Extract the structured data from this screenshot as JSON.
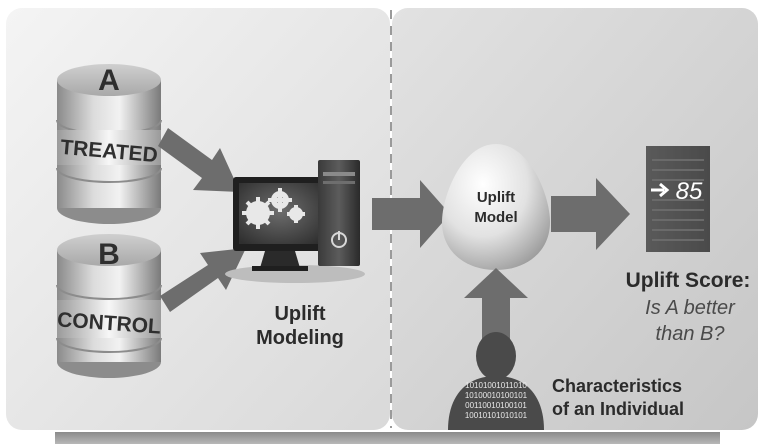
{
  "databases": {
    "a": {
      "letter": "A",
      "label": "TREATED"
    },
    "b": {
      "letter": "B",
      "label": "CONTROL"
    }
  },
  "computer": {
    "label_line1": "Uplift",
    "label_line2": "Modeling"
  },
  "model": {
    "label_line1": "Uplift",
    "label_line2": "Model"
  },
  "score": {
    "value": "85",
    "title": "Uplift Score:",
    "question_line1": "Is A better",
    "question_line2": "than B?"
  },
  "individual": {
    "label_line1": "Characteristics",
    "label_line2": "of an Individual",
    "binary": [
      "10101001011010",
      "10100010100101",
      "00110010100101",
      "10010101010101"
    ]
  },
  "colors": {
    "panel_left": "#e4e4e4",
    "panel_right": "#d2d2d2",
    "arrow": "#6d6d6d",
    "text_dark": "#2b2b2b",
    "text_italic": "#4a4a4a"
  }
}
